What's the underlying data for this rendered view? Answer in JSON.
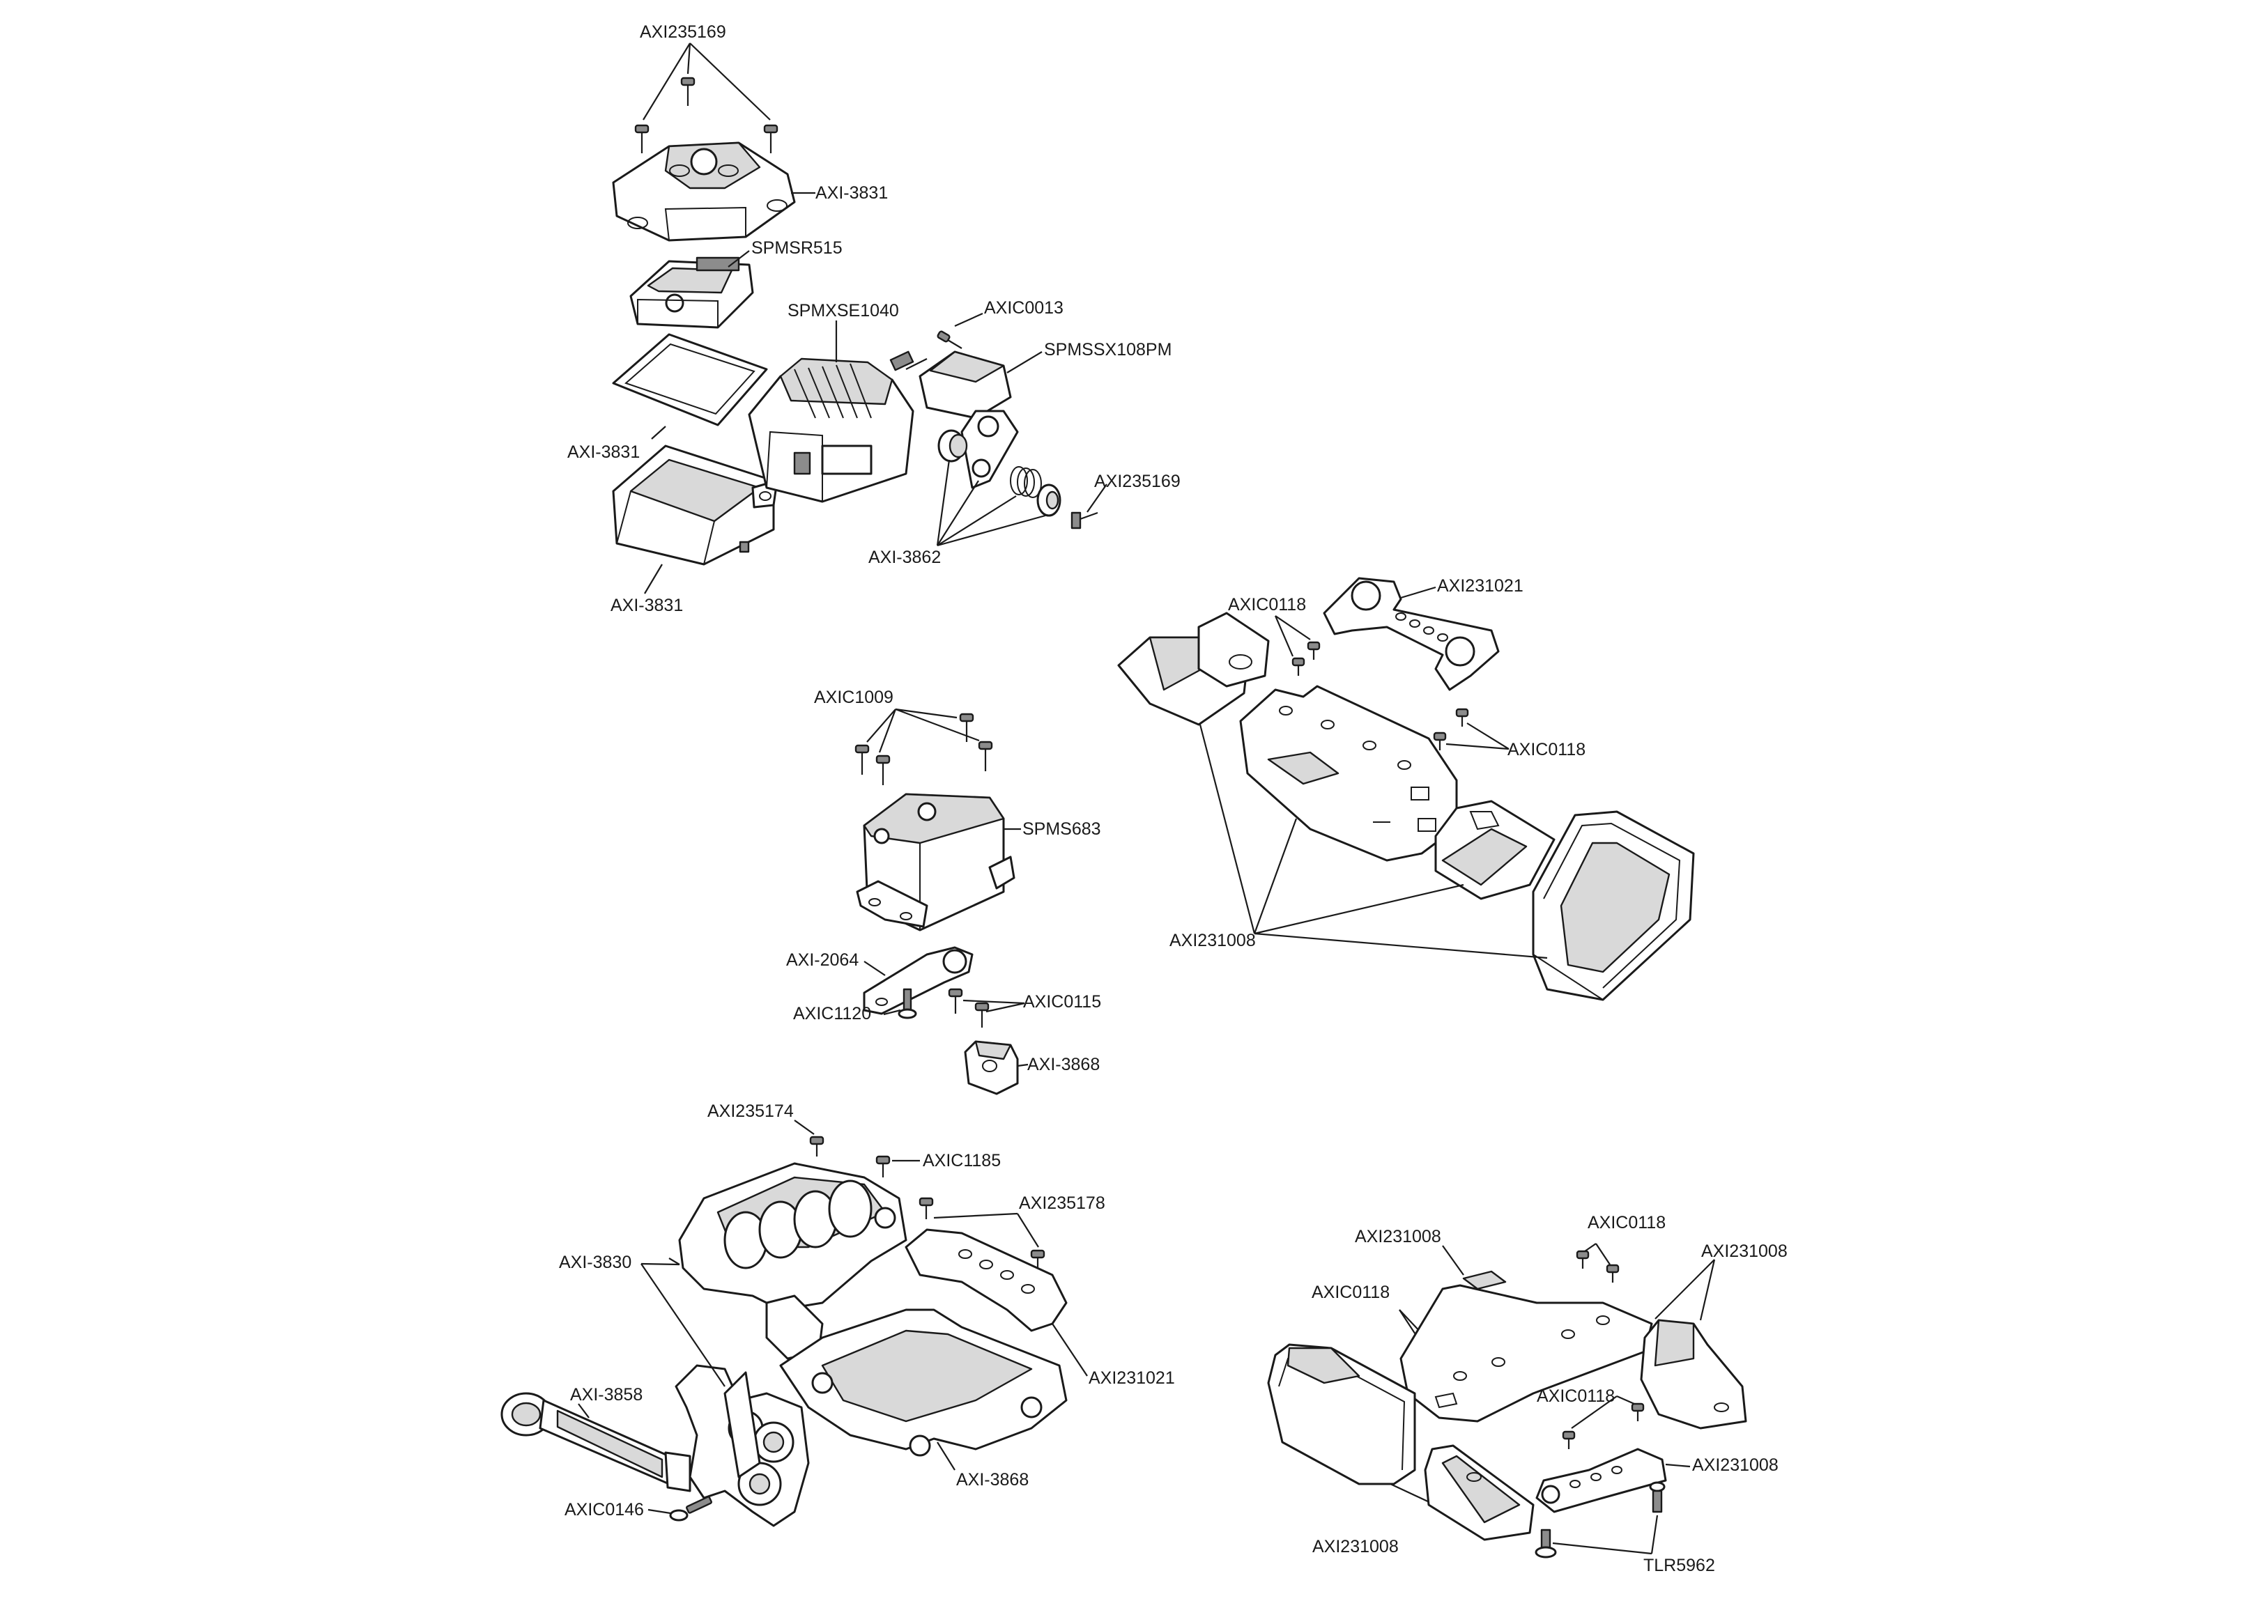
{
  "labels": {
    "axi235169_top": "AXI235169",
    "axi3831_cover": "AXI-3831",
    "spmsr515": "SPMSR515",
    "spmxse1040": "SPMXSE1040",
    "axic0013": "AXIC0013",
    "spmssx108pm": "SPMSSX108PM",
    "axi3831_gasket": "AXI-3831",
    "axi235169_right": "AXI235169",
    "axi3862": "AXI-3862",
    "axi3831_box": "AXI-3831",
    "axic0118_a": "AXIC0118",
    "axi231021_top": "AXI231021",
    "axic0118_b": "AXIC0118",
    "axi231008_mid": "AXI231008",
    "axic1009": "AXIC1009",
    "spms683": "SPMS683",
    "axi2064": "AXI-2064",
    "axic1120": "AXIC1120",
    "axic0115": "AXIC0115",
    "axi3868_mid": "AXI-3868",
    "axi235174": "AXI235174",
    "axic1185": "AXIC1185",
    "axi235178": "AXI235178",
    "axi3830": "AXI-3830",
    "axi231021_bot": "AXI231021",
    "axi3858": "AXI-3858",
    "axi3868_bot": "AXI-3868",
    "axic0146": "AXIC0146",
    "axi231008_bl": "AXI231008",
    "axic0118_c": "AXIC0118",
    "axi231008_br": "AXI231008",
    "axic0118_d": "AXIC0118",
    "axic0118_e": "AXIC0118",
    "axi231008_brm": "AXI231008",
    "axi231008_blw": "AXI231008",
    "tlr5962": "TLR5962"
  }
}
